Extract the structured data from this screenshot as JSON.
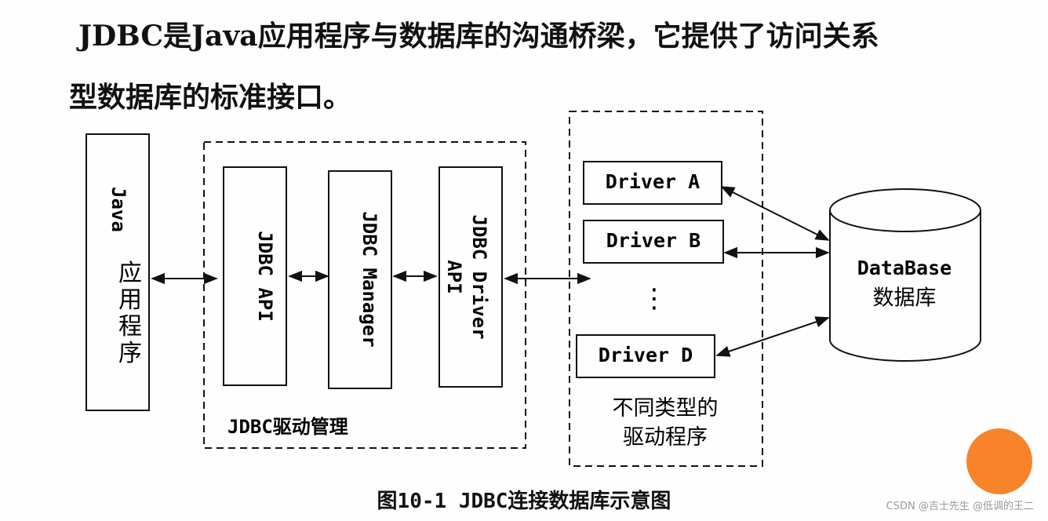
{
  "intro": {
    "line1": "JDBC是Java应用程序与数据库的沟通桥梁，它提供了访问关系",
    "line2": "型数据库的标准接口。"
  },
  "diagram": {
    "java_app": {
      "label_latin": "Java",
      "label_chars": [
        "应",
        "用",
        "程",
        "序"
      ]
    },
    "jdbc_group": {
      "label": "JDBC驱动管理",
      "api": "JDBC API",
      "manager": "JDBC Manager",
      "driver_api_line1": "JDBC Driver",
      "driver_api_line2": "API"
    },
    "drivers_group": {
      "items": [
        "Driver A",
        "Driver B",
        "Driver D"
      ],
      "ellipsis": "⋮",
      "label_line1": "不同类型的",
      "label_line2": "驱动程序"
    },
    "database": {
      "line1": "DataBase",
      "line2": "数据库"
    }
  },
  "caption": "图10-1 JDBC连接数据库示意图",
  "watermark": "CSDN @吉士先生 @低调的王二",
  "colors": {
    "stroke": "#111111",
    "accent_circle": "#f7842b"
  }
}
